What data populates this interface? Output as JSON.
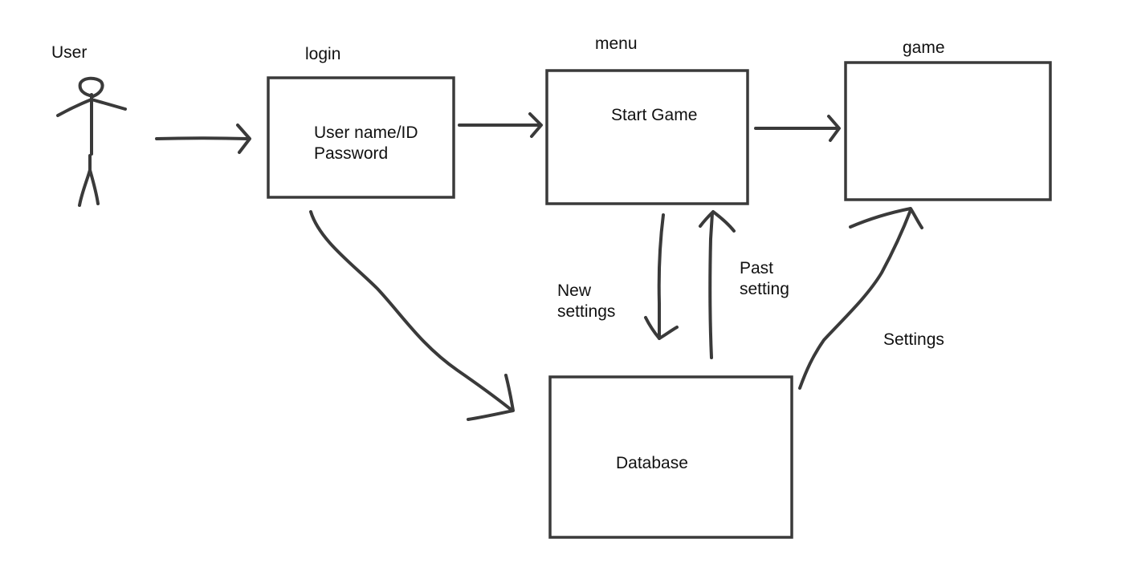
{
  "actor": {
    "label": "User"
  },
  "boxes": {
    "login": {
      "title": "login",
      "line1": "User name/ID",
      "line2": "Password"
    },
    "menu": {
      "title": "menu",
      "content": "Start Game"
    },
    "game": {
      "title": "game"
    },
    "database": {
      "content": "Database"
    }
  },
  "edge_labels": {
    "new_settings_line1": "New",
    "new_settings_line2": "settings",
    "past_setting_line1": "Past",
    "past_setting_line2": "setting",
    "settings": "Settings"
  },
  "colors": {
    "ink": "#3a3a3a",
    "text": "#111111",
    "background": "#ffffff"
  }
}
